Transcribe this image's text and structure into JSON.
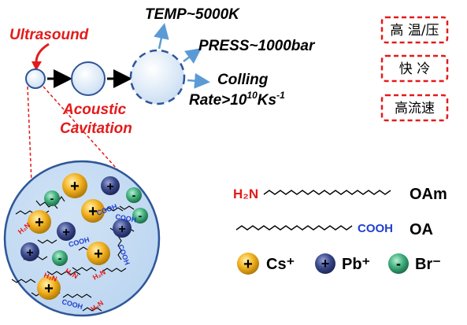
{
  "labels": {
    "ultrasound": "Ultrasound",
    "acoustic_line1": "Acoustic",
    "acoustic_line2": "Cavitation",
    "temp": "TEMP~5000K",
    "press": "PRESS~1000bar",
    "cooling_line1": "Colling",
    "cooling_rate_prefix": "Rate>10",
    "cooling_rate_exp": "10",
    "cooling_rate_unit": "Ks",
    "cooling_rate_unit_exp": "-1"
  },
  "cn_boxes": [
    "高 温/压",
    "快 冷",
    "高流速"
  ],
  "legend": {
    "oam_label": "OAm",
    "oam_head": "H₂N",
    "oa_label": "OA",
    "oa_head": "COOH",
    "cs_label": "Cs⁺",
    "pb_label": "Pb⁺",
    "br_label": "Br⁻",
    "plus_sign": "+",
    "minus_sign": "-"
  },
  "inset": {
    "nh2": "H₂N",
    "cooh": "COOH"
  },
  "colors": {
    "red": "#e31b1b",
    "blue_arrow": "#5b9bd5",
    "bubble_fill": "#dce9f7",
    "bubble_stroke": "#2f5597",
    "gold": "#f2b01e",
    "navy": "#3b4a8c",
    "green": "#3fae7c",
    "cooh_blue": "#1f3fd0"
  }
}
